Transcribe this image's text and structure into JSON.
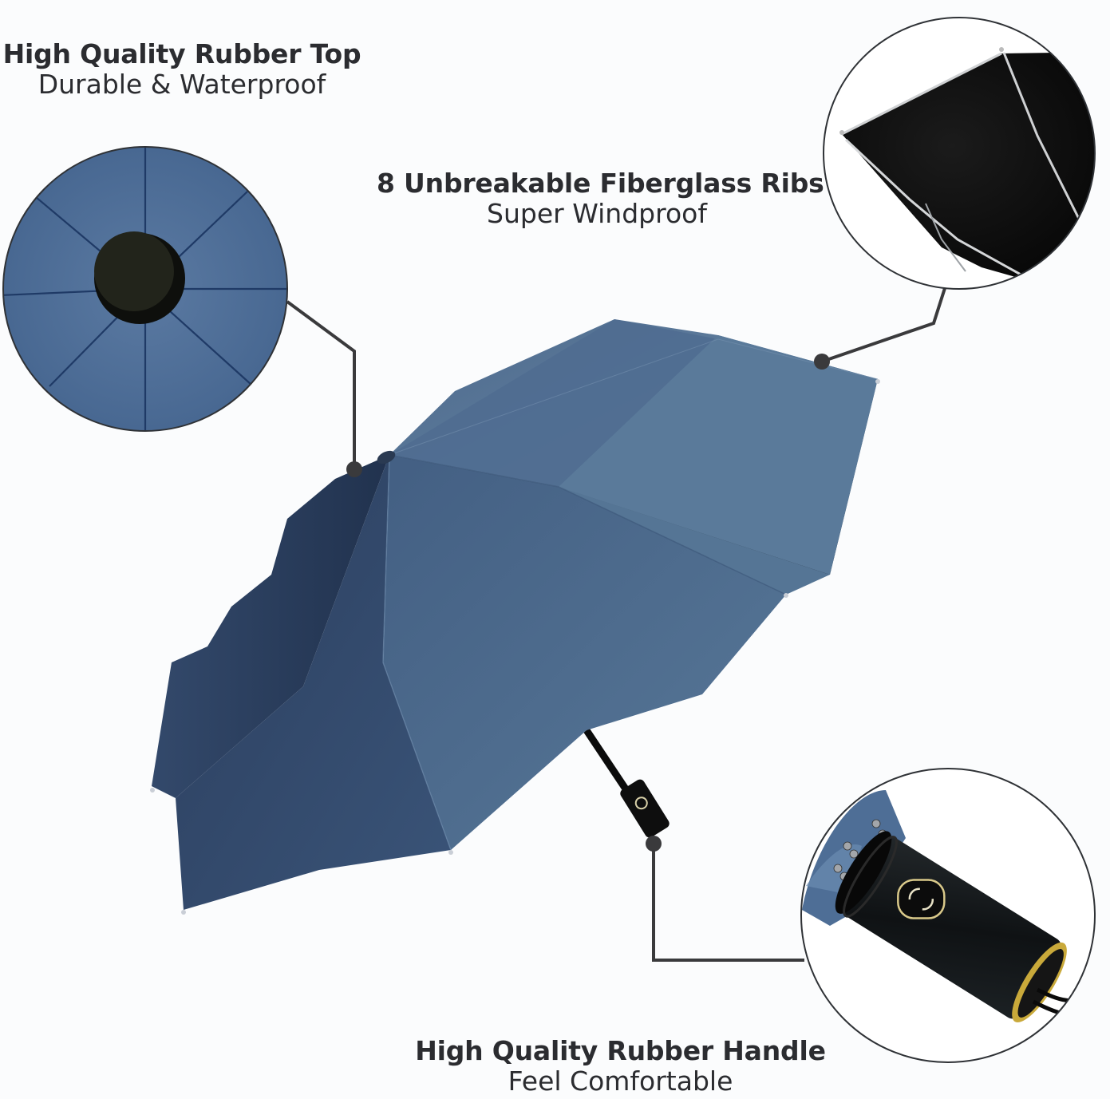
{
  "features": [
    {
      "title": "High Quality Rubber Top",
      "subtitle": "Durable & Waterproof",
      "detail": "rubber-top-closeup"
    },
    {
      "title": "8 Unbreakable Fiberglass Ribs",
      "subtitle": "Super Windproof",
      "detail": "ribs-closeup"
    },
    {
      "title": "High Quality Rubber Handle",
      "subtitle": "Feel Comfortable",
      "detail": "handle-closeup"
    }
  ],
  "colors": {
    "background": "#fbfcfd",
    "canopy_light": "#5a7898",
    "canopy_mid": "#4a6688",
    "canopy_dark": "#22334f",
    "text": "#2b2c30",
    "callout_line": "#3a3a3c",
    "handle_black": "#141618",
    "gold_trim": "#c9a93a"
  }
}
